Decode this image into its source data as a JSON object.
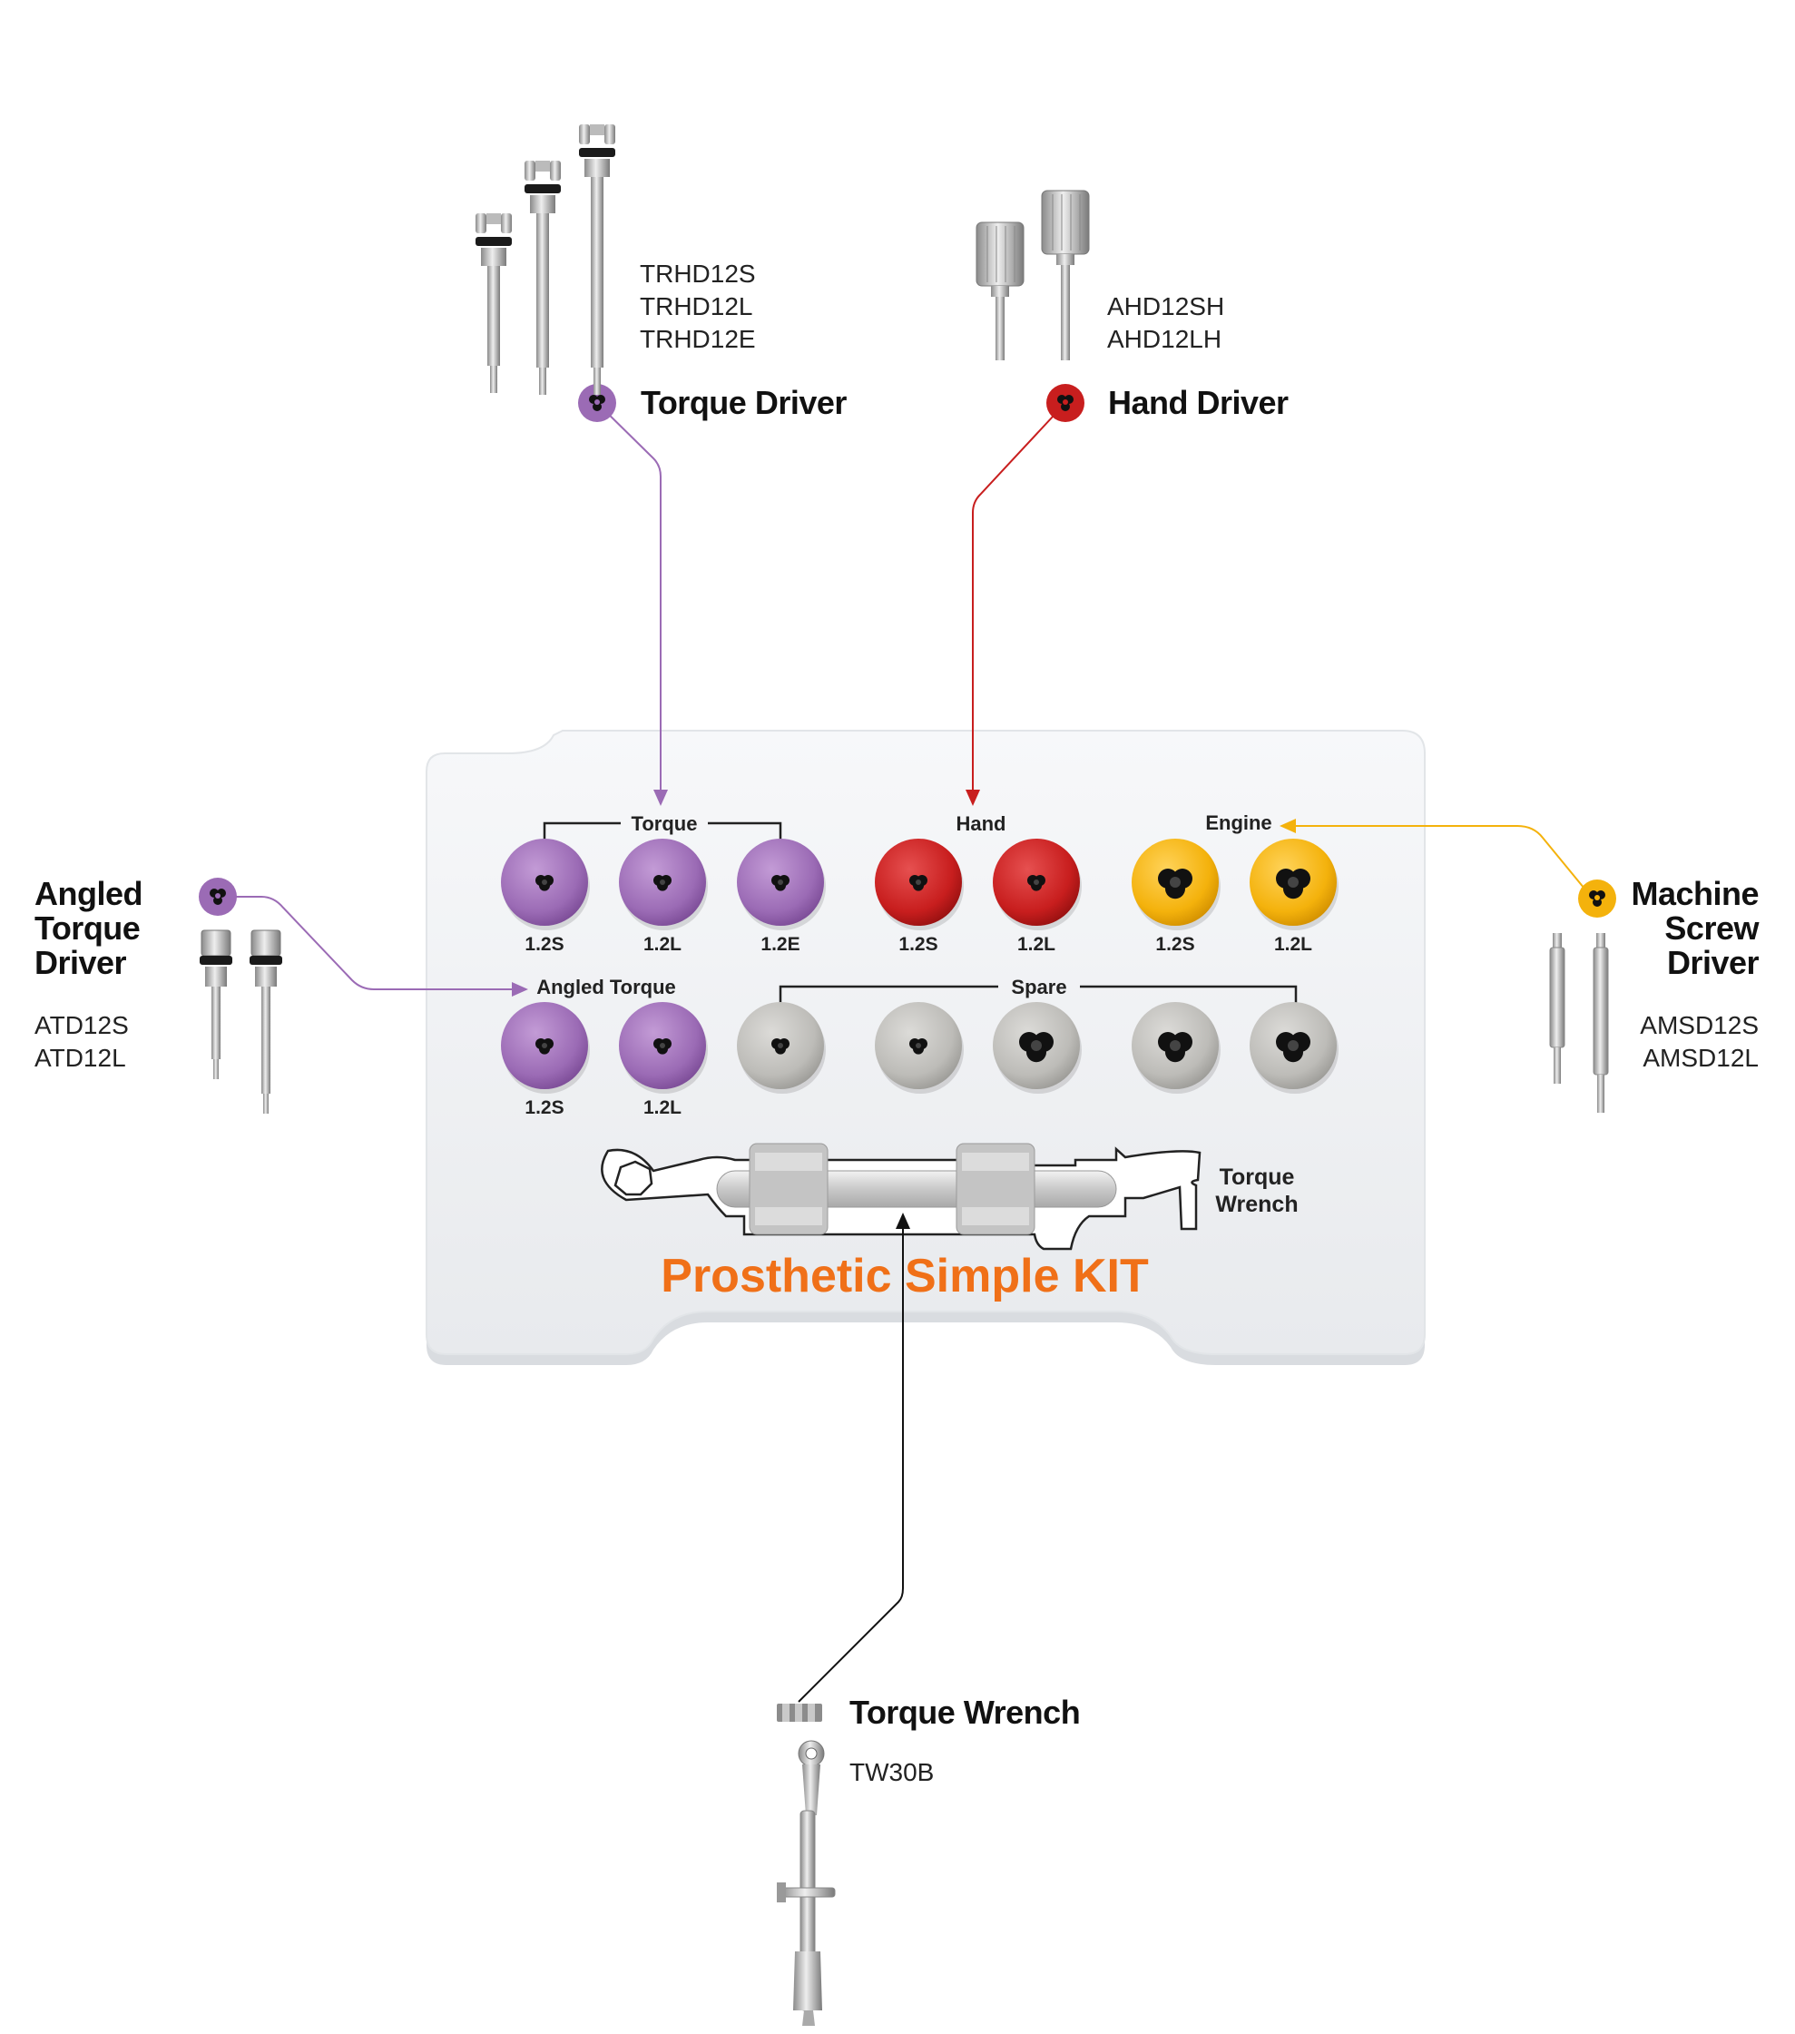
{
  "colors": {
    "torque": "#9b6bb5",
    "hand": "#c81e1e",
    "engine": "#f4b20c",
    "spare": "#bdbcb8",
    "kit_title": "#f07018",
    "tray": "#f1f3f5"
  },
  "callouts": {
    "torque_driver": {
      "title": "Torque Driver",
      "codes": [
        "TRHD12S",
        "TRHD12L",
        "TRHD12E"
      ],
      "icon": "torque-driver-icon"
    },
    "hand_driver": {
      "title": "Hand Driver",
      "codes": [
        "AHD12SH",
        "AHD12LH"
      ],
      "icon": "hand-driver-icon"
    },
    "angled_torque_driver": {
      "title_lines": [
        "Angled",
        "Torque",
        "Driver"
      ],
      "codes": [
        "ATD12S",
        "ATD12L"
      ],
      "icon": "angled-torque-driver-icon"
    },
    "machine_screw_driver": {
      "title_lines": [
        "Machine",
        "Screw",
        "Driver"
      ],
      "codes": [
        "AMSD12S",
        "AMSD12L"
      ],
      "icon": "machine-screw-driver-icon"
    },
    "torque_wrench": {
      "title": "Torque Wrench",
      "codes": [
        "TW30B"
      ],
      "icon": "torque-wrench-icon"
    }
  },
  "tray": {
    "group_labels": {
      "torque": "Torque",
      "hand": "Hand",
      "engine": "Engine",
      "angled_torque": "Angled Torque",
      "spare": "Spare"
    },
    "row1": [
      {
        "group": "torque",
        "label": "1.2S"
      },
      {
        "group": "torque",
        "label": "1.2L"
      },
      {
        "group": "torque",
        "label": "1.2E"
      },
      {
        "group": "hand",
        "label": "1.2S"
      },
      {
        "group": "hand",
        "label": "1.2L"
      },
      {
        "group": "engine",
        "label": "1.2S"
      },
      {
        "group": "engine",
        "label": "1.2L"
      }
    ],
    "row2": [
      {
        "group": "angled_torque",
        "label": "1.2S"
      },
      {
        "group": "angled_torque",
        "label": "1.2L"
      },
      {
        "group": "spare",
        "label": ""
      },
      {
        "group": "spare",
        "label": ""
      },
      {
        "group": "spare",
        "label": ""
      },
      {
        "group": "spare",
        "label": ""
      },
      {
        "group": "spare",
        "label": ""
      }
    ],
    "wrench_label_lines": [
      "Torque",
      "Wrench"
    ],
    "kit_title": "Prosthetic Simple KIT"
  }
}
